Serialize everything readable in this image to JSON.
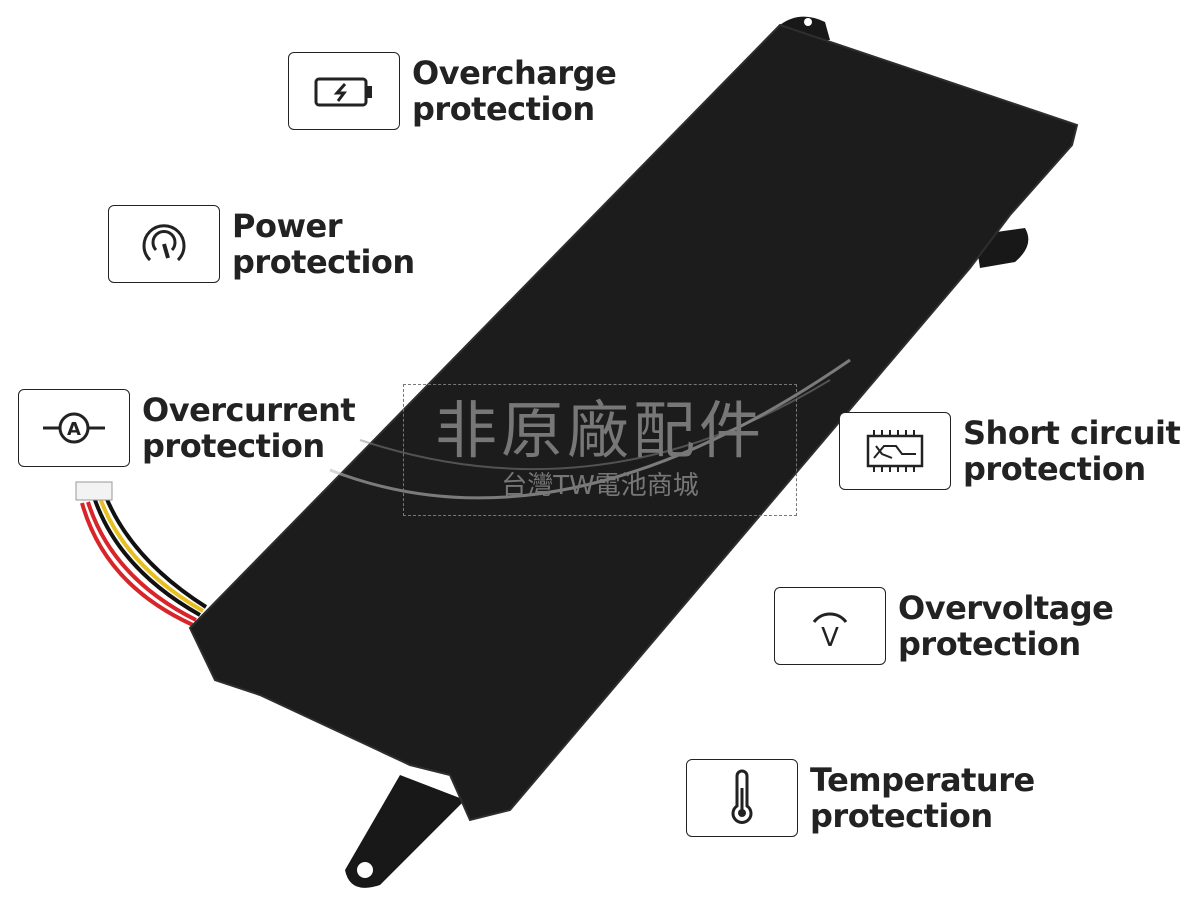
{
  "features": [
    {
      "icon": "battery-charge-icon",
      "line1": "Overcharge",
      "line2": "protection"
    },
    {
      "icon": "gauge-icon",
      "line1": "Power",
      "line2": "protection"
    },
    {
      "icon": "ammeter-icon",
      "line1": "Overcurrent",
      "line2": "protection",
      "icon_text": "A"
    },
    {
      "icon": "circuit-icon",
      "line1": "Short circuit",
      "line2": "protection"
    },
    {
      "icon": "voltage-icon",
      "line1": "Overvoltage",
      "line2": "protection",
      "icon_text": "V"
    },
    {
      "icon": "thermometer-icon",
      "line1": "Temperature",
      "line2": "protection"
    }
  ],
  "watermark": {
    "main": "非原廠配件",
    "sub": "台灣TW電池商城"
  },
  "colors": {
    "battery": "#1c1c1c",
    "wire_red": "#d8252a",
    "wire_yellow": "#e6c020",
    "wire_black": "#111111"
  }
}
